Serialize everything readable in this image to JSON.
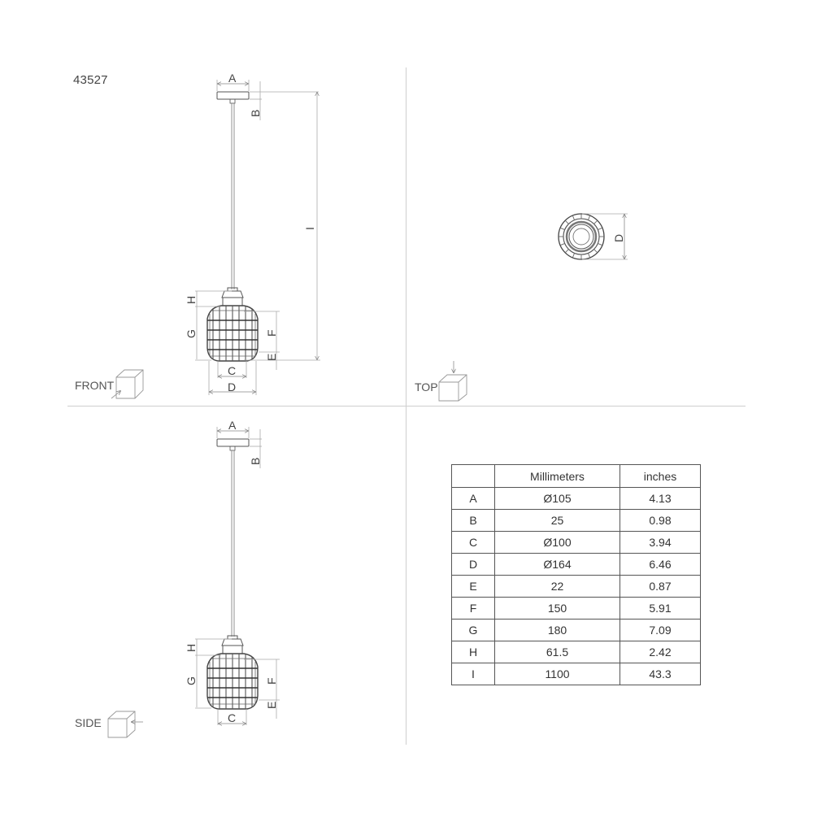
{
  "product_code": "43527",
  "views": {
    "front": {
      "label": "FRONT"
    },
    "top": {
      "label": "TOP"
    },
    "side": {
      "label": "SIDE"
    }
  },
  "dimension_labels": {
    "A": "A",
    "B": "B",
    "C": "C",
    "D": "D",
    "E": "E",
    "F": "F",
    "G": "G",
    "H": "H",
    "I": "I"
  },
  "table": {
    "headers": [
      "",
      "Millimeters",
      "inches"
    ],
    "rows": [
      {
        "key": "A",
        "mm": "Ø105",
        "in": "4.13"
      },
      {
        "key": "B",
        "mm": "25",
        "in": "0.98"
      },
      {
        "key": "C",
        "mm": "Ø100",
        "in": "3.94"
      },
      {
        "key": "D",
        "mm": "Ø164",
        "in": "6.46"
      },
      {
        "key": "E",
        "mm": "22",
        "in": "0.87"
      },
      {
        "key": "F",
        "mm": "150",
        "in": "5.91"
      },
      {
        "key": "G",
        "mm": "180",
        "in": "7.09"
      },
      {
        "key": "H",
        "mm": "61.5",
        "in": "2.42"
      },
      {
        "key": "I",
        "mm": "1100",
        "in": "43.3"
      }
    ]
  },
  "colors": {
    "line": "#555555",
    "dim_line": "#aaaaaa",
    "divider": "#cfcfcf",
    "text": "#444444"
  }
}
